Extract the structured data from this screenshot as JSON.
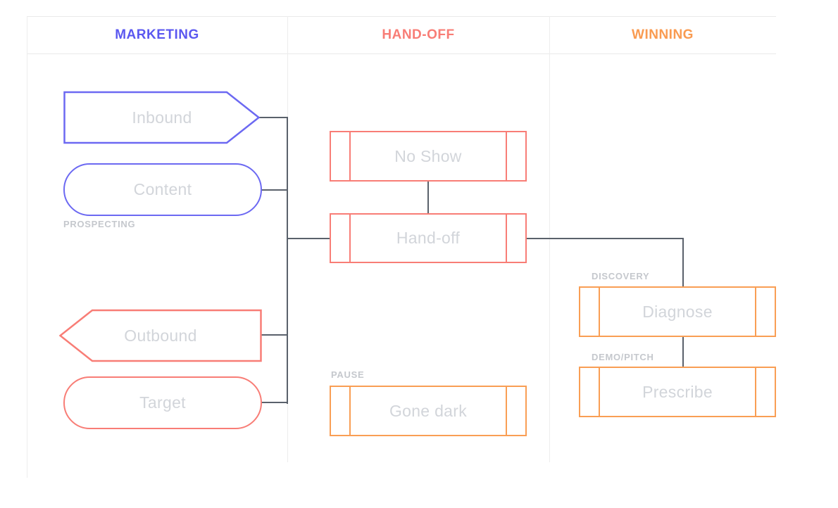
{
  "diagram": {
    "type": "sales-funnel-flowchart",
    "columns": [
      {
        "label": "MARKETING",
        "color": "#5b58f0"
      },
      {
        "label": "HAND-OFF",
        "color": "#f87d76"
      },
      {
        "label": "WINNING",
        "color": "#f99b51"
      }
    ],
    "nodes": [
      {
        "id": "inbound",
        "label": "Inbound",
        "shape": "pennant-right",
        "color": "#6c69f2",
        "column": "MARKETING"
      },
      {
        "id": "content",
        "label": "Content",
        "shape": "pill",
        "color": "#6c69f2",
        "column": "MARKETING"
      },
      {
        "id": "outbound",
        "label": "Outbound",
        "shape": "pennant-left",
        "color": "#f87d76",
        "column": "MARKETING"
      },
      {
        "id": "target",
        "label": "Target",
        "shape": "pill",
        "color": "#f87d76",
        "column": "MARKETING"
      },
      {
        "id": "no_show",
        "label": "No Show",
        "shape": "process",
        "color": "#f87d76",
        "column": "HAND-OFF"
      },
      {
        "id": "hand_off",
        "label": "Hand-off",
        "shape": "process",
        "color": "#f87d76",
        "column": "HAND-OFF"
      },
      {
        "id": "gone_dark",
        "label": "Gone dark",
        "shape": "process",
        "color": "#f99e54",
        "column": "HAND-OFF"
      },
      {
        "id": "diagnose",
        "label": "Diagnose",
        "shape": "process",
        "color": "#f99e54",
        "column": "WINNING"
      },
      {
        "id": "prescribe",
        "label": "Prescribe",
        "shape": "process",
        "color": "#f99e54",
        "column": "WINNING"
      }
    ],
    "stage_labels": [
      {
        "label": "PROSPECTING",
        "attached_to": "content"
      },
      {
        "label": "PAUSE",
        "attached_to": "gone_dark"
      },
      {
        "label": "DISCOVERY",
        "attached_to": "diagnose"
      },
      {
        "label": "DEMO/PITCH",
        "attached_to": "prescribe"
      }
    ],
    "edges": [
      {
        "from": "inbound",
        "to": "hand_off"
      },
      {
        "from": "content",
        "to": "hand_off"
      },
      {
        "from": "outbound",
        "to": "hand_off"
      },
      {
        "from": "target",
        "to": "hand_off"
      },
      {
        "from": "no_show",
        "to": "hand_off"
      },
      {
        "from": "hand_off",
        "to": "diagnose"
      },
      {
        "from": "diagnose",
        "to": "prescribe"
      }
    ],
    "colors": {
      "blue": "#6c69f2",
      "coral": "#f87d76",
      "orange": "#f99e54",
      "connector": "#5a616b",
      "node_text": "#d2d5da",
      "stage_label_text": "#c5c8cd",
      "grid_line": "#ededed",
      "background": "#ffffff"
    }
  }
}
